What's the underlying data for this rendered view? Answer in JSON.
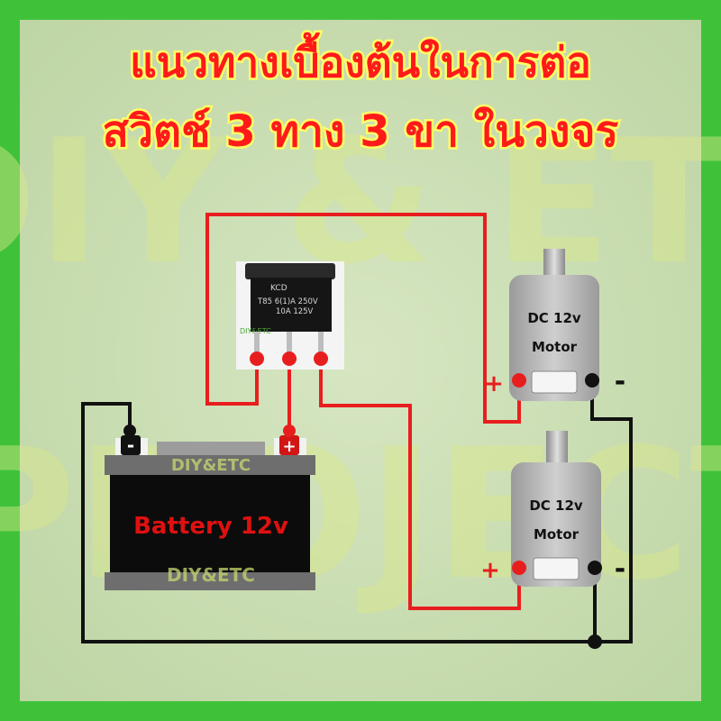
{
  "title": {
    "line1": "แนวทางเบื้องต้นในการต่อ",
    "line2": "สวิตช์ 3 ทาง 3 ขา ในวงจร"
  },
  "watermark": {
    "top": "DIY & ETC",
    "bottom": "PROJECT"
  },
  "switch": {
    "brand_text": "KCD",
    "rating_line1": "T85  6(1)A  250V",
    "rating_line2": "10A    125V",
    "tag": "DIY&ETC"
  },
  "battery": {
    "label": "Battery 12v",
    "neg_symbol": "-",
    "pos_symbol": "+",
    "brand1": "DIY&ETC",
    "brand2": "DIY&ETC"
  },
  "motor_top": {
    "line1": "DC 12v",
    "line2": "Motor",
    "plus": "+",
    "minus": "-"
  },
  "motor_bottom": {
    "line1": "DC 12v",
    "line2": "Motor",
    "plus": "+",
    "minus": "-"
  },
  "colors": {
    "border": "#3fc23a",
    "background": "#c9dcb2",
    "title_fill": "#ff1a1a",
    "title_stroke": "#ffff66",
    "wire_red": "#e81e1e",
    "wire_black": "#111111",
    "motor_body": "#b8b8b8",
    "battery_body": "#0c0c0c",
    "battery_label": "#e01010"
  }
}
